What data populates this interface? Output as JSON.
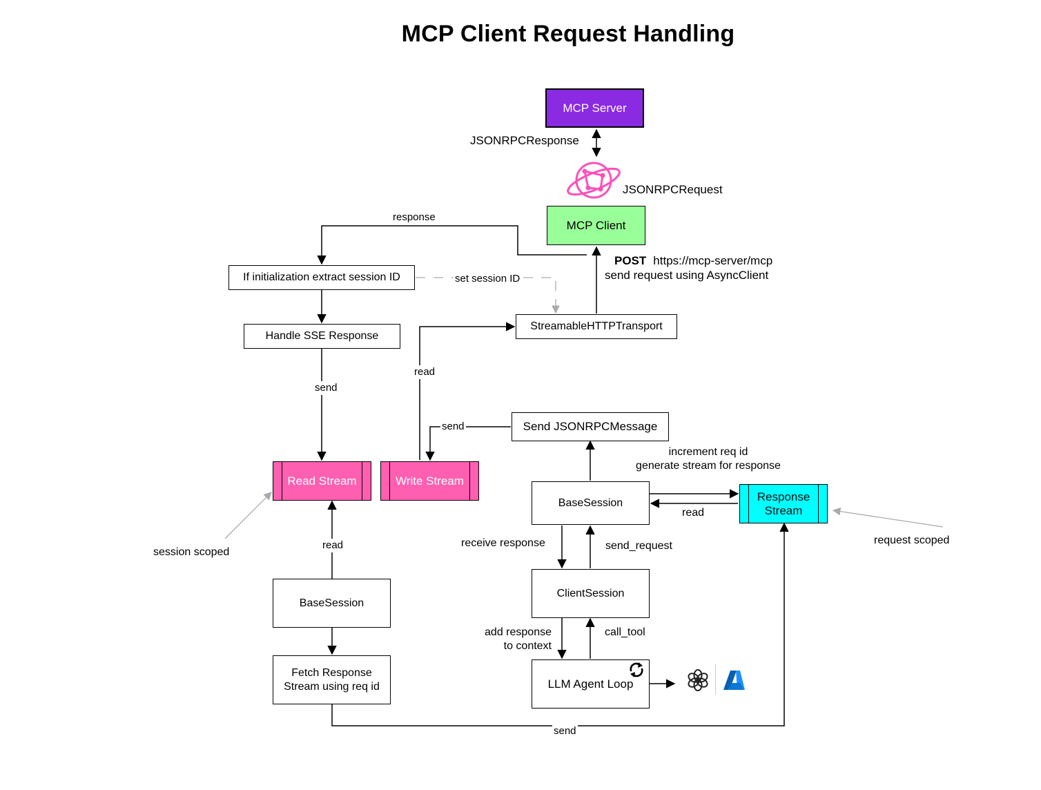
{
  "title": "MCP Client Request Handling",
  "nodes": {
    "mcp_server": "MCP Server",
    "mcp_client": "MCP Client",
    "extract_session": "If initialization extract session ID",
    "handle_sse": "Handle SSE Response",
    "transport": "StreamableHTTPTransport",
    "send_jsonrpc": "Send JSONRPCMessage",
    "read_stream": "Read Stream",
    "write_stream": "Write Stream",
    "base_session_right": "BaseSession",
    "response_stream": "Response\nStream",
    "client_session": "ClientSession",
    "llm_loop": "LLM Agent Loop",
    "base_session_left": "BaseSession",
    "fetch_response": "Fetch Response\nStream using req id"
  },
  "labels": {
    "jsonrpc_response": "JSONRPCResponse",
    "jsonrpc_request": "JSONRPCRequest",
    "response": "response",
    "post": "POST",
    "post_url": "https://mcp-server/mcp",
    "send_async": "send request using AsyncClient",
    "set_session": "set session ID",
    "read_transport": "read",
    "send_sse": "send",
    "send_write": "send",
    "increment": "increment req id\ngenerate stream for response",
    "read_resp": "read",
    "receive_response": "receive response",
    "send_request": "send_request",
    "add_response": "add response\nto context",
    "call_tool": "call_tool",
    "read_left": "read",
    "session_scoped": "session scoped",
    "request_scoped": "request scoped",
    "send_bottom": "send"
  },
  "icons": {
    "globe": "globe-network-icon",
    "refresh": "refresh-cycle-icon",
    "openai": "openai-logo-icon",
    "azure": "azure-logo-icon"
  },
  "colors": {
    "server": "#8a2be2",
    "client": "#99ff99",
    "stream": "#ff5fb0",
    "response_stream": "#00ffff",
    "globe": "#ff4fb8",
    "azure": "#0a78d4"
  }
}
